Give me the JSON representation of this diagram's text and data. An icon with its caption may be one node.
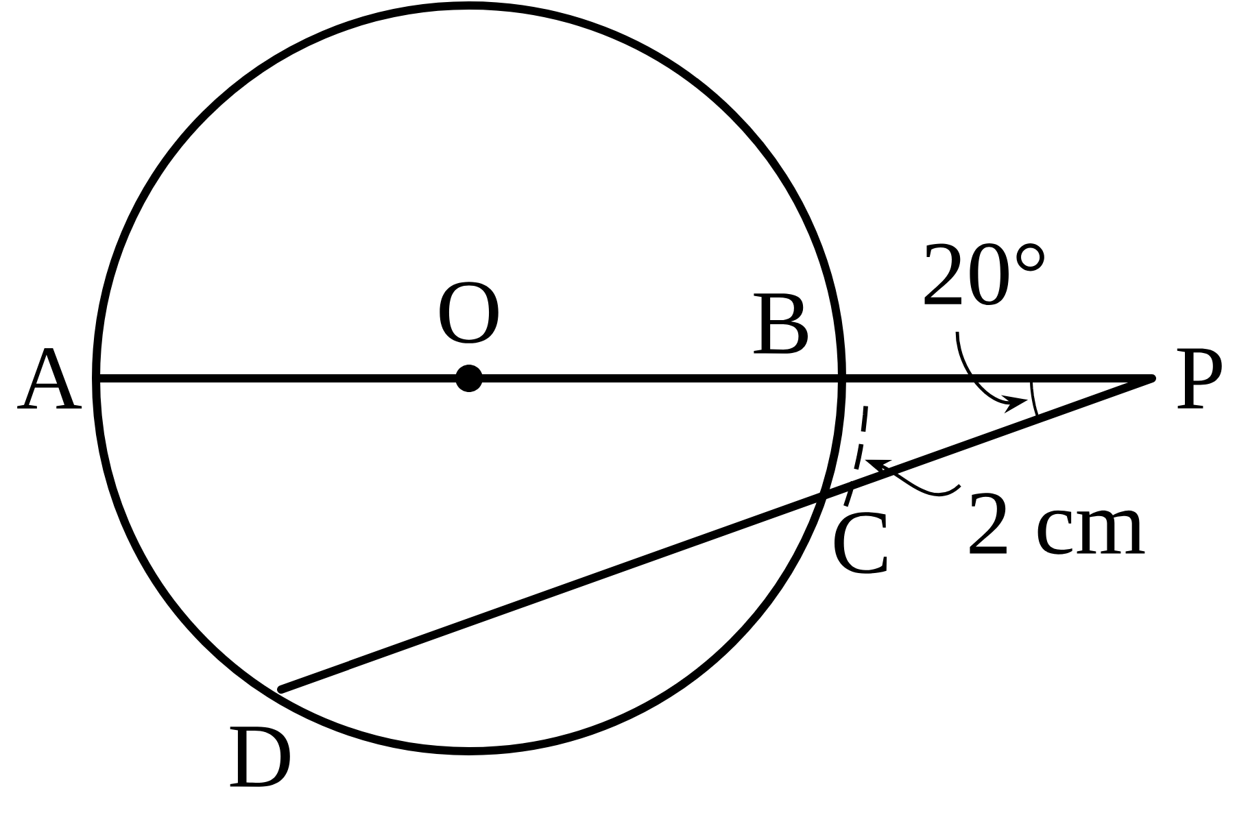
{
  "diagram": {
    "nodes": [
      {
        "text": [
          "20°"
        ]
      },
      {
        "text": [
          "2 cm"
        ]
      },
      {
        "text": [],
        "shape": "arc"
      },
      {
        "text": [],
        "shape": "arc"
      }
    ],
    "edges": [
      {
        "from": 0,
        "to": 3,
        "arrow": "to"
      },
      {
        "from": 1,
        "to": 2,
        "arrow": "to"
      }
    ],
    "labels": [
      "O",
      "B",
      "A",
      "P",
      "C",
      "D"
    ]
  }
}
